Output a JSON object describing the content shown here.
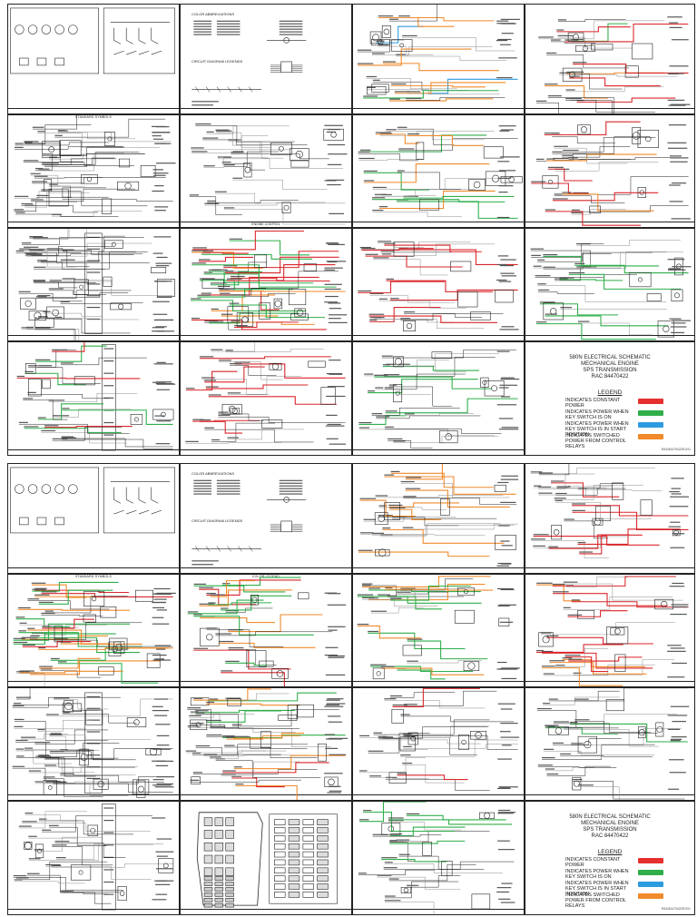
{
  "document": {
    "title_lines": [
      "580N ELECTRICAL SCHEMATIC",
      "MECHANICAL ENGINE",
      "SPS TRANSMISSION",
      "RAC 84470422"
    ],
    "legend_title": "LEGEND",
    "legend": [
      {
        "text": "INDICATES CONSTANT POWER",
        "color": "#e5302f"
      },
      {
        "text": "INDICATES POWER WHEN KEY SWITCH IS ON",
        "color": "#2fae4a"
      },
      {
        "text": "INDICATES POWER WHEN KEY SWITCH IS IN START POSITION",
        "color": "#2d9be0"
      },
      {
        "text": "INDICATES SWITCHED POWER FROM CONTROL RELAYS",
        "color": "#f08a2a"
      }
    ],
    "sheet_code_top": "RAC84470422E1/01",
    "sheet_code_bottom": "RAC84470422E1/01"
  },
  "top_sheet": {
    "cells": [
      {
        "header": "",
        "footer": ""
      },
      {
        "header": "COLOR ABBREVIATIONS",
        "sub": "CIRCUIT DIAGRAM LEGENDS",
        "footer": ""
      },
      {
        "header": "",
        "footer": ""
      },
      {
        "header": "",
        "footer": ""
      },
      {
        "header": "STANDARD SYMBOLS",
        "footer": ""
      },
      {
        "header": "",
        "footer": "ENGINE CONTROL"
      },
      {
        "header": "",
        "footer": ""
      },
      {
        "header": "",
        "footer": ""
      },
      {
        "header": "",
        "footer": ""
      },
      {
        "header": "",
        "footer": ""
      },
      {
        "header": "",
        "footer": ""
      },
      {
        "header": "",
        "footer": ""
      },
      {
        "header": "",
        "footer": ""
      },
      {
        "header": "",
        "footer": ""
      },
      {
        "header": "",
        "footer": ""
      }
    ]
  },
  "bottom_sheet": {
    "cells": [
      {
        "header": "",
        "footer": ""
      },
      {
        "header": "COLOR ABBREVIATIONS",
        "sub": "CIRCUIT DIAGRAM LEGENDS",
        "footer": ""
      },
      {
        "header": "",
        "footer": ""
      },
      {
        "header": "",
        "footer": ""
      },
      {
        "header": "STANDARD SYMBOLS",
        "footer": ""
      },
      {
        "header": "COLOR LEGEND",
        "footer": ""
      },
      {
        "header": "",
        "footer": ""
      },
      {
        "header": "",
        "footer": ""
      },
      {
        "header": "",
        "footer": ""
      },
      {
        "header": "",
        "footer": ""
      },
      {
        "header": "",
        "footer": ""
      },
      {
        "header": "",
        "footer": ""
      },
      {
        "header": "",
        "footer": ""
      },
      {
        "header": "",
        "footer": ""
      },
      {
        "header": "",
        "footer": ""
      }
    ]
  },
  "wire_colors": {
    "red": "#d9262a",
    "green": "#2fae4a",
    "blue": "#2d9be0",
    "orange": "#f08a2a",
    "black": "#1a1a1a",
    "gray": "#8a8a8a"
  }
}
